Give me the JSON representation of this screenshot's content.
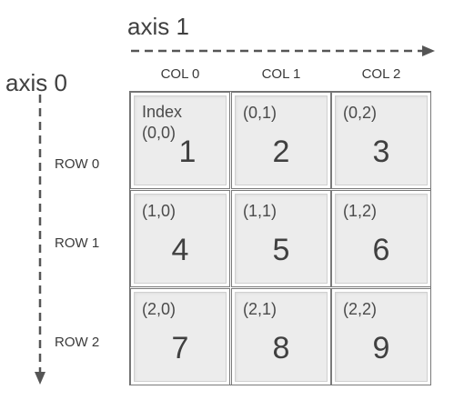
{
  "axes": {
    "axis1_label": "axis 1",
    "axis0_label": "axis 0"
  },
  "columns": [
    "COL 0",
    "COL 1",
    "COL 2"
  ],
  "rows": [
    "ROW 0",
    "ROW 1",
    "ROW 2"
  ],
  "cells": [
    [
      {
        "caption": "Index",
        "index": "(0,0)",
        "value": "1"
      },
      {
        "index": "(0,1)",
        "value": "2"
      },
      {
        "index": "(0,2)",
        "value": "3"
      }
    ],
    [
      {
        "index": "(1,0)",
        "value": "4"
      },
      {
        "index": "(1,1)",
        "value": "5"
      },
      {
        "index": "(1,2)",
        "value": "6"
      }
    ],
    [
      {
        "index": "(2,0)",
        "value": "7"
      },
      {
        "index": "(2,1)",
        "value": "8"
      },
      {
        "index": "(2,2)",
        "value": "9"
      }
    ]
  ],
  "colors": {
    "cell_fill": "#ececec",
    "border": "#707070",
    "arrow": "#555555"
  }
}
